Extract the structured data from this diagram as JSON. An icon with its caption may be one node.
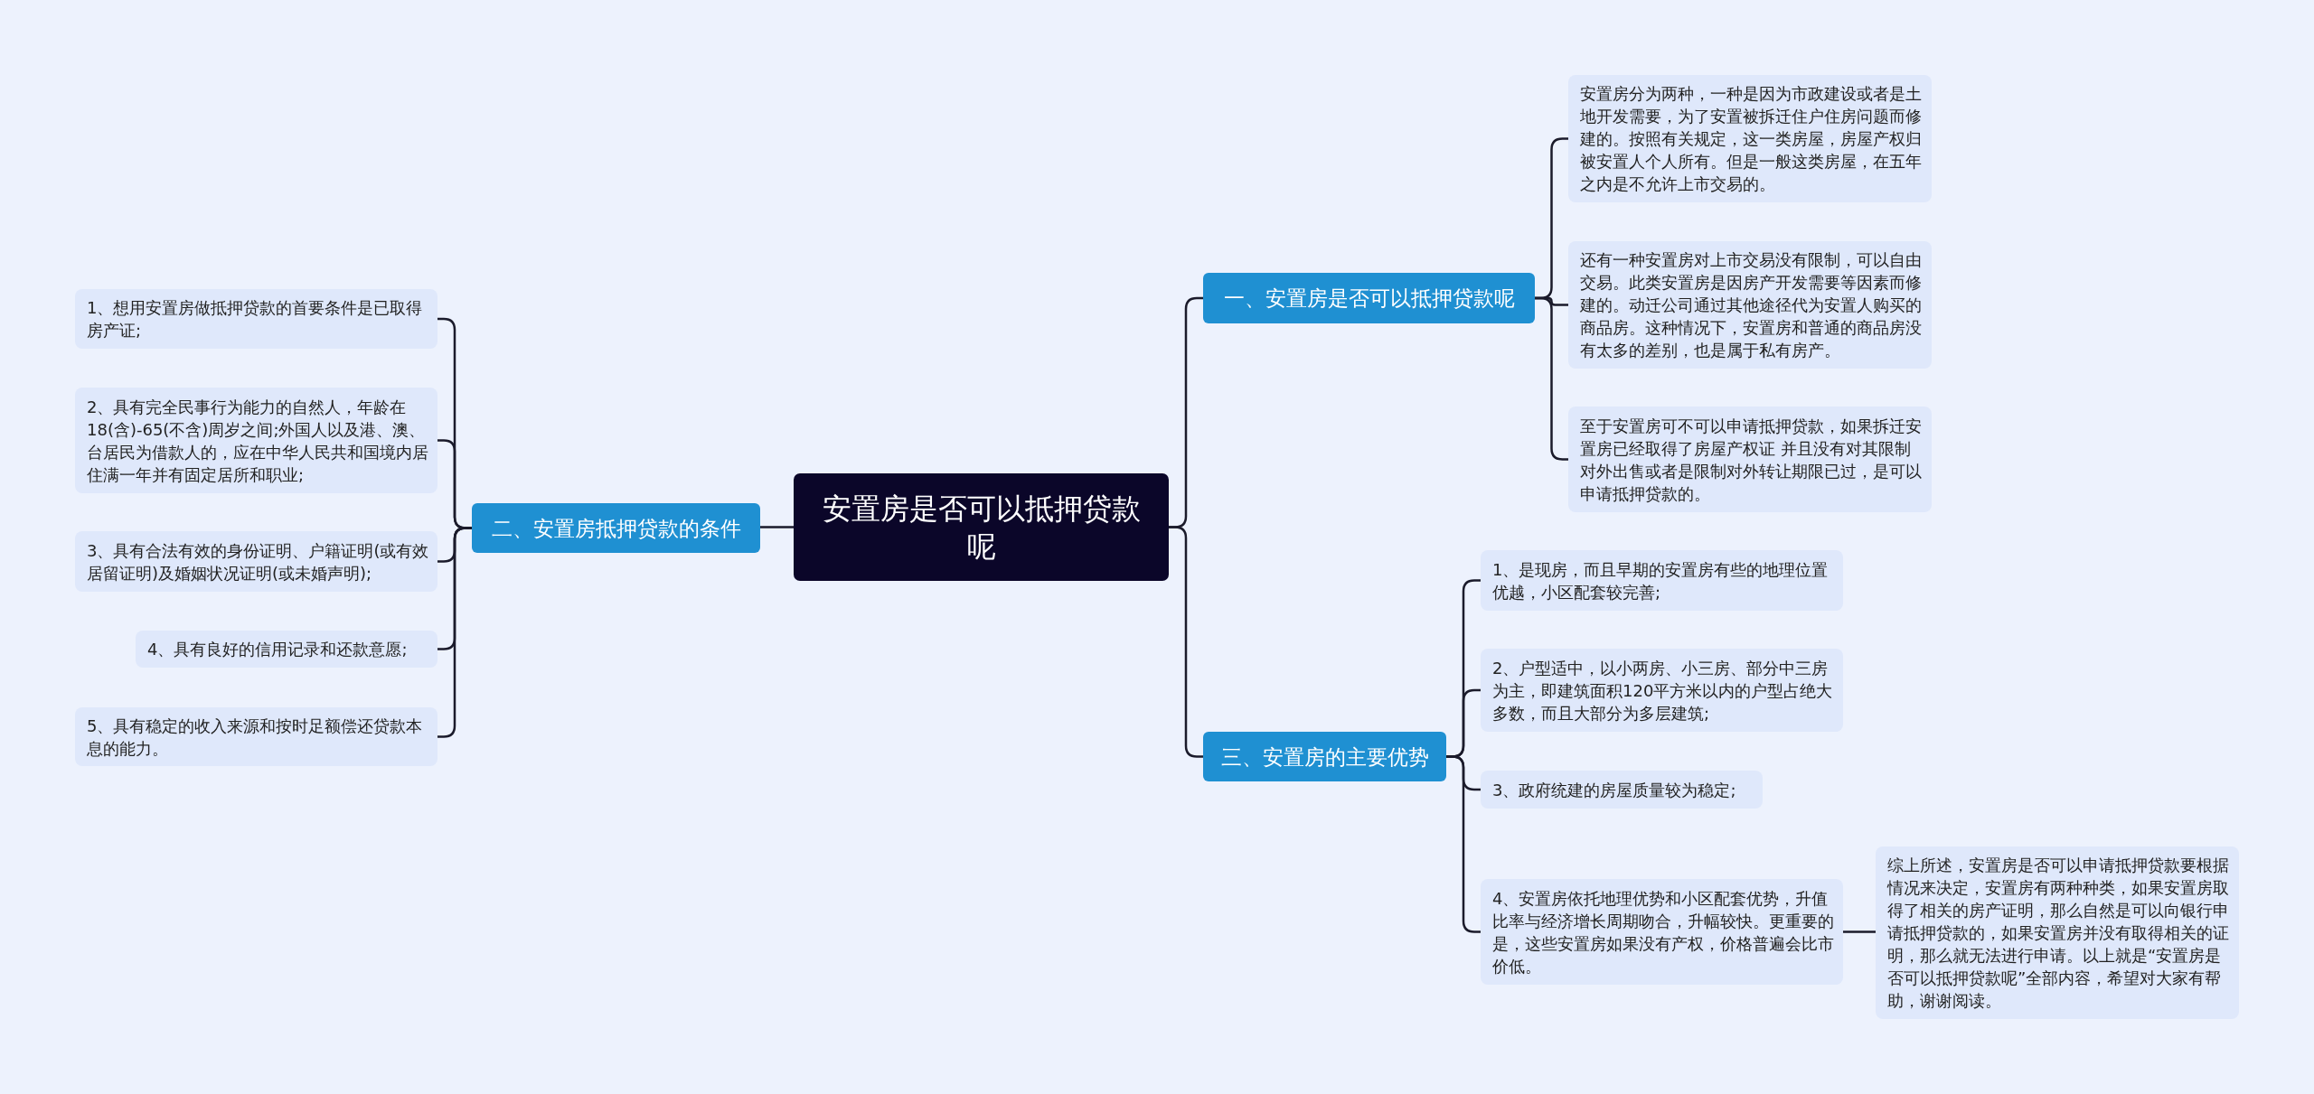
{
  "diagram": {
    "nodes": [
      {
        "text": [
          "安置房是否可以抵押贷款呢"
        ]
      },
      {
        "text": [
          "一、安置房是否可以抵押贷款呢"
        ]
      },
      {
        "text": [
          "安置房分为两种，一种是因为市政建设或者是土地开发需要，为了安置被拆迁住户住房问题而修建的。按照有关规定，这一类房屋，房屋产权归被安置人个人所有。但是一般这类房屋，在五年之内是不允许上市交易的。"
        ]
      },
      {
        "text": [
          "还有一种安置房对上市交易没有限制，可以自由交易。此类安置房是因房产开发需要等因素而修建的。动迁公司通过其他途径代为安置人购买的商品房。这种情况下，安置房和普通的商品房没有太多的差别，也是属于私有房产。"
        ]
      },
      {
        "text": [
          "至于安置房可不可以申请抵押贷款，如果拆迁安置房已经取得了房屋产权证 并且没有对其限制对外出售或者是限制对外转让期限已过，是可以申请抵押贷款的。"
        ]
      },
      {
        "text": [
          "二、安置房抵押贷款的条件"
        ]
      },
      {
        "text": [
          "1、想用安置房做抵押贷款的首要条件是已取得房产证;"
        ]
      },
      {
        "text": [
          "2、具有完全民事行为能力的自然人，年龄在18(含)-65(不含)周岁之间;外国人以及港、澳、台居民为借款人的，应在中华人民共和国境内居住满一年并有固定居所和职业;"
        ]
      },
      {
        "text": [
          "3、具有合法有效的身份证明、户籍证明(或有效居留证明)及婚姻状况证明(或未婚声明);"
        ]
      },
      {
        "text": [
          "4、具有良好的信用记录和还款意愿;"
        ]
      },
      {
        "text": [
          "5、具有稳定的收入来源和按时足额偿还贷款本息的能力。"
        ]
      },
      {
        "text": [
          "三、安置房的主要优势"
        ]
      },
      {
        "text": [
          "1、是现房，而且早期的安置房有些的地理位置优越，小区配套较完善;"
        ]
      },
      {
        "text": [
          "2、户型适中，以小两房、小三房、部分中三房为主，即建筑面积120平方米以内的户型占绝大多数，而且大部分为多层建筑;"
        ]
      },
      {
        "text": [
          "3、政府统建的房屋质量较为稳定;"
        ]
      },
      {
        "text": [
          "4、安置房依托地理优势和小区配套优势，升值比率与经济增长周期吻合，升幅较快。更重要的是，这些安置房如果没有产权，价格普遍会比市价低。"
        ]
      },
      {
        "text": [
          "综上所述，安置房是否可以申请抵押贷款要根据情况来决定，安置房有两种种类，如果安置房取得了相关的房产证明，那么自然是可以向银行申请抵押贷款的，如果安置房并没有取得相关的证明，那么就无法进行申请。以上就是“安置房是否可以抵押贷款呢”全部内容，希望对大家有帮助，谢谢阅读。"
        ]
      }
    ],
    "edges": [
      {
        "from": 0,
        "to": 1,
        "arrow": "none"
      },
      {
        "from": 1,
        "to": 2,
        "arrow": "none"
      },
      {
        "from": 1,
        "to": 3,
        "arrow": "none"
      },
      {
        "from": 1,
        "to": 4,
        "arrow": "none"
      },
      {
        "from": 0,
        "to": 5,
        "arrow": "none"
      },
      {
        "from": 5,
        "to": 6,
        "arrow": "none"
      },
      {
        "from": 5,
        "to": 7,
        "arrow": "none"
      },
      {
        "from": 5,
        "to": 8,
        "arrow": "none"
      },
      {
        "from": 5,
        "to": 9,
        "arrow": "none"
      },
      {
        "from": 5,
        "to": 10,
        "arrow": "none"
      },
      {
        "from": 0,
        "to": 11,
        "arrow": "none"
      },
      {
        "from": 11,
        "to": 12,
        "arrow": "none"
      },
      {
        "from": 11,
        "to": 13,
        "arrow": "none"
      },
      {
        "from": 11,
        "to": 14,
        "arrow": "none"
      },
      {
        "from": 11,
        "to": 15,
        "arrow": "none"
      },
      {
        "from": 15,
        "to": 16,
        "arrow": "none"
      }
    ]
  }
}
